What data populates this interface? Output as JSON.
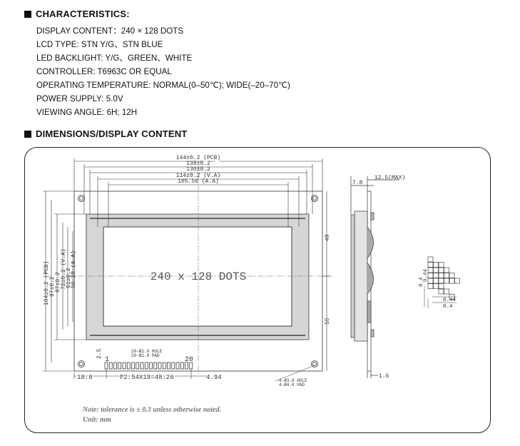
{
  "characteristics": {
    "heading": "CHARACTERISTICS:",
    "lines": [
      "DISPLAY CONTENT：240 × 128 DOTS",
      "LCD TYPE: STN Y/G、STN BLUE",
      "LED BACKLIGHT: Y/G、GREEN、WHITE",
      "CONTROLLER: T6963C OR EQUAL",
      "OPERATING TEMPERATURE: NORMAL(0–50℃); WIDE(–20–70℃)",
      "POWER SUPPLY: 5.0V",
      "VIEWING ANGLE: 6H; 12H"
    ]
  },
  "dimensions": {
    "heading": "DIMENSIONS/DISPLAY CONTENT",
    "display_text": "240 x 128 DOTS",
    "top_dims": [
      "144±0.2 (PCB)",
      "138±0.2",
      "130±0.2",
      "114±0.2 (V.A)",
      "105.56 (A.A)"
    ],
    "left_dims": [
      "104±0.2 (PCB)",
      "97±0.2",
      "87±0.2",
      "72±0.2 (V.A)",
      "61±0.2",
      "56.28 (A.A)"
    ],
    "right_dims": [
      "49",
      "55"
    ],
    "pin_first": "1",
    "pin_last": "20",
    "pin_offset": "2.5",
    "hole_note": [
      "20-Ø1.0 HOLE",
      "20-Ø1.8 PAD"
    ],
    "bottom_dims": [
      "18.8",
      "P2.54X19=48.26",
      "4.94"
    ],
    "mount_note": [
      "4-Ø3.0 HOLE",
      "4-Ø4.0 PAD"
    ],
    "side_dims": [
      "7.8",
      "12.5(MAX)",
      "1.6"
    ],
    "dot_dims": [
      "0.4",
      "0.44",
      "0.44",
      "0.4"
    ]
  },
  "note": {
    "line1": "Note: tolerance is ± 0.3 unless otherwise noted.",
    "line2": "Unit: mm"
  }
}
